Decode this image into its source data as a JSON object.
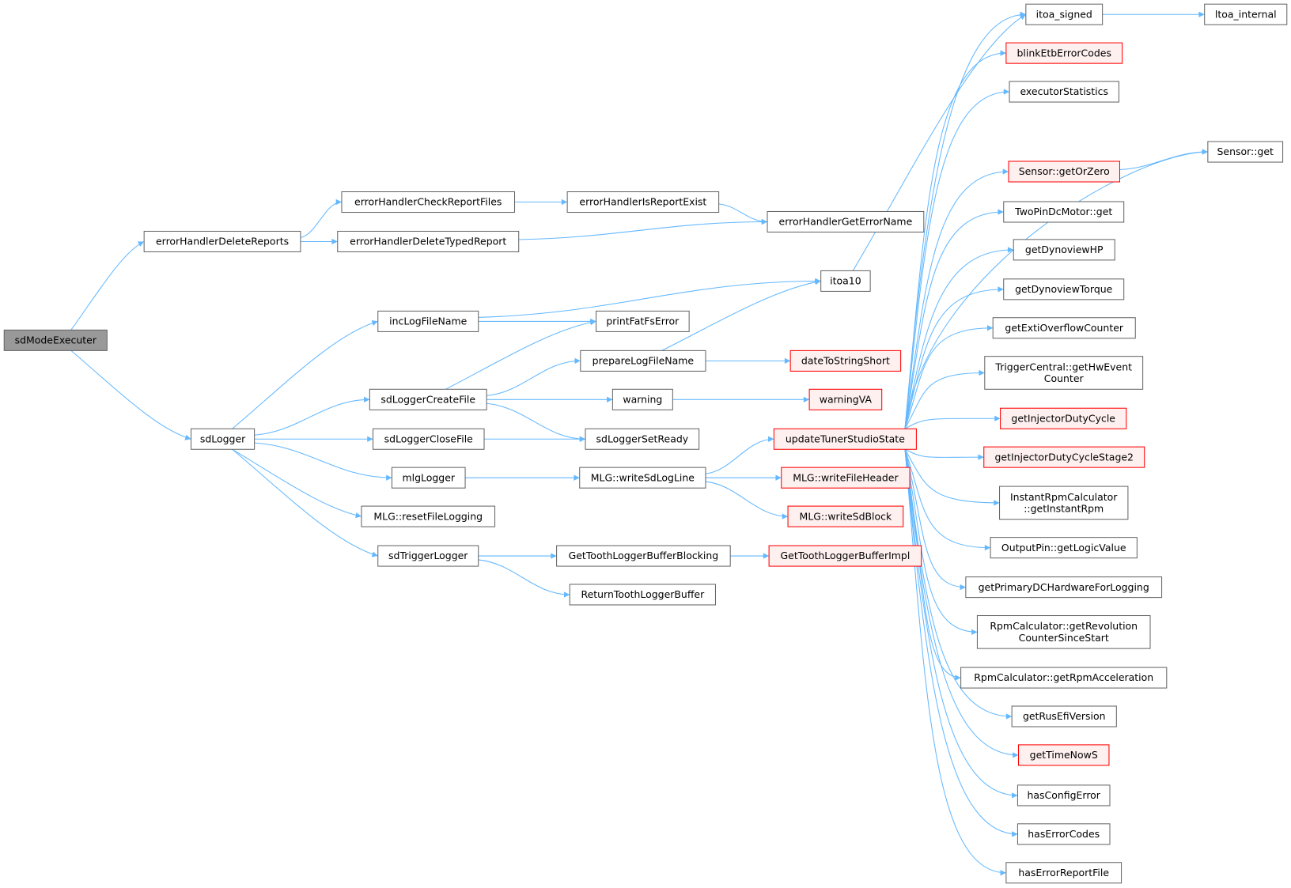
{
  "title": "sdModeExecuter call graph",
  "colors": {
    "edge": "#63b8ff",
    "root_fill": "#999999",
    "root_border": "#666666",
    "normal_fill": "#ffffff",
    "normal_border": "#666666",
    "red_fill": "#fff0f0",
    "red_border": "#ff0000"
  },
  "nodes": [
    {
      "id": "sdModeExecuter",
      "lines": [
        "sdModeExecuter"
      ],
      "kind": "root"
    },
    {
      "id": "errorHandlerDeleteReports",
      "lines": [
        "errorHandlerDeleteReports"
      ],
      "kind": "normal"
    },
    {
      "id": "sdLogger",
      "lines": [
        "sdLogger"
      ],
      "kind": "normal"
    },
    {
      "id": "errorHandlerCheckReportFiles",
      "lines": [
        "errorHandlerCheckReportFiles"
      ],
      "kind": "normal"
    },
    {
      "id": "errorHandlerDeleteTypedReport",
      "lines": [
        "errorHandlerDeleteTypedReport"
      ],
      "kind": "normal"
    },
    {
      "id": "errorHandlerIsReportExist",
      "lines": [
        "errorHandlerIsReportExist"
      ],
      "kind": "normal"
    },
    {
      "id": "errorHandlerGetErrorName",
      "lines": [
        "errorHandlerGetErrorName"
      ],
      "kind": "normal"
    },
    {
      "id": "incLogFileName",
      "lines": [
        "incLogFileName"
      ],
      "kind": "normal"
    },
    {
      "id": "itoa10",
      "lines": [
        "itoa10"
      ],
      "kind": "normal"
    },
    {
      "id": "printFatFsError",
      "lines": [
        "printFatFsError"
      ],
      "kind": "normal"
    },
    {
      "id": "prepareLogFileName",
      "lines": [
        "prepareLogFileName"
      ],
      "kind": "normal"
    },
    {
      "id": "sdLoggerCreateFile",
      "lines": [
        "sdLoggerCreateFile"
      ],
      "kind": "normal"
    },
    {
      "id": "dateToStringShort",
      "lines": [
        "dateToStringShort"
      ],
      "kind": "red"
    },
    {
      "id": "warning",
      "lines": [
        "warning"
      ],
      "kind": "normal"
    },
    {
      "id": "warningVA",
      "lines": [
        "warningVA"
      ],
      "kind": "red"
    },
    {
      "id": "sdLoggerCloseFile",
      "lines": [
        "sdLoggerCloseFile"
      ],
      "kind": "normal"
    },
    {
      "id": "sdLoggerSetReady",
      "lines": [
        "sdLoggerSetReady"
      ],
      "kind": "normal"
    },
    {
      "id": "mlgLogger",
      "lines": [
        "mlgLogger"
      ],
      "kind": "normal"
    },
    {
      "id": "writeSdLogLine",
      "lines": [
        "MLG::writeSdLogLine"
      ],
      "kind": "normal"
    },
    {
      "id": "updateTunerStudioState",
      "lines": [
        "updateTunerStudioState"
      ],
      "kind": "red"
    },
    {
      "id": "writeFileHeader",
      "lines": [
        "MLG::writeFileHeader"
      ],
      "kind": "red"
    },
    {
      "id": "writeSdBlock",
      "lines": [
        "MLG::writeSdBlock"
      ],
      "kind": "red"
    },
    {
      "id": "resetFileLogging",
      "lines": [
        "MLG::resetFileLogging"
      ],
      "kind": "normal"
    },
    {
      "id": "sdTriggerLogger",
      "lines": [
        "sdTriggerLogger"
      ],
      "kind": "normal"
    },
    {
      "id": "GetToothLoggerBufferBlocking",
      "lines": [
        "GetToothLoggerBufferBlocking"
      ],
      "kind": "normal"
    },
    {
      "id": "GetToothLoggerBufferImpl",
      "lines": [
        "GetToothLoggerBufferImpl"
      ],
      "kind": "red"
    },
    {
      "id": "ReturnToothLoggerBuffer",
      "lines": [
        "ReturnToothLoggerBuffer"
      ],
      "kind": "normal"
    },
    {
      "id": "itoa_signed",
      "lines": [
        "itoa_signed"
      ],
      "kind": "normal"
    },
    {
      "id": "ltoa_internal",
      "lines": [
        "ltoa_internal"
      ],
      "kind": "normal"
    },
    {
      "id": "blinkEtbErrorCodes",
      "lines": [
        "blinkEtbErrorCodes"
      ],
      "kind": "red"
    },
    {
      "id": "executorStatistics",
      "lines": [
        "executorStatistics"
      ],
      "kind": "normal"
    },
    {
      "id": "SensorGet",
      "lines": [
        "Sensor::get"
      ],
      "kind": "normal"
    },
    {
      "id": "SensorGetOrZero",
      "lines": [
        "Sensor::getOrZero"
      ],
      "kind": "red"
    },
    {
      "id": "TwoPinDcMotorGet",
      "lines": [
        "TwoPinDcMotor::get"
      ],
      "kind": "normal"
    },
    {
      "id": "getDynoviewHP",
      "lines": [
        "getDynoviewHP"
      ],
      "kind": "normal"
    },
    {
      "id": "getDynoviewTorque",
      "lines": [
        "getDynoviewTorque"
      ],
      "kind": "normal"
    },
    {
      "id": "getExtiOverflowCounter",
      "lines": [
        "getExtiOverflowCounter"
      ],
      "kind": "normal"
    },
    {
      "id": "getHwEventCounter",
      "lines": [
        "TriggerCentral::getHwEvent",
        "Counter"
      ],
      "kind": "normal"
    },
    {
      "id": "getInjectorDutyCycle",
      "lines": [
        "getInjectorDutyCycle"
      ],
      "kind": "red"
    },
    {
      "id": "getInjectorDutyCycleStage2",
      "lines": [
        "getInjectorDutyCycleStage2"
      ],
      "kind": "red"
    },
    {
      "id": "getInstantRpm",
      "lines": [
        "InstantRpmCalculator",
        "::getInstantRpm"
      ],
      "kind": "normal"
    },
    {
      "id": "getLogicValue",
      "lines": [
        "OutputPin::getLogicValue"
      ],
      "kind": "normal"
    },
    {
      "id": "getPrimaryDCHardwareForLogging",
      "lines": [
        "getPrimaryDCHardwareForLogging"
      ],
      "kind": "normal"
    },
    {
      "id": "getRevolutionCounterSinceStart",
      "lines": [
        "RpmCalculator::getRevolution",
        "CounterSinceStart"
      ],
      "kind": "normal"
    },
    {
      "id": "getRpmAcceleration",
      "lines": [
        "RpmCalculator::getRpmAcceleration"
      ],
      "kind": "normal"
    },
    {
      "id": "getRusEfiVersion",
      "lines": [
        "getRusEfiVersion"
      ],
      "kind": "normal"
    },
    {
      "id": "getTimeNowS",
      "lines": [
        "getTimeNowS"
      ],
      "kind": "red"
    },
    {
      "id": "hasConfigError",
      "lines": [
        "hasConfigError"
      ],
      "kind": "normal"
    },
    {
      "id": "hasErrorCodes",
      "lines": [
        "hasErrorCodes"
      ],
      "kind": "normal"
    },
    {
      "id": "hasErrorReportFile",
      "lines": [
        "hasErrorReportFile"
      ],
      "kind": "normal"
    }
  ],
  "edges": [
    [
      "sdModeExecuter",
      "errorHandlerDeleteReports"
    ],
    [
      "sdModeExecuter",
      "sdLogger"
    ],
    [
      "errorHandlerDeleteReports",
      "errorHandlerCheckReportFiles"
    ],
    [
      "errorHandlerDeleteReports",
      "errorHandlerDeleteTypedReport"
    ],
    [
      "errorHandlerCheckReportFiles",
      "errorHandlerIsReportExist"
    ],
    [
      "errorHandlerIsReportExist",
      "errorHandlerGetErrorName"
    ],
    [
      "errorHandlerDeleteTypedReport",
      "errorHandlerGetErrorName"
    ],
    [
      "sdLogger",
      "incLogFileName"
    ],
    [
      "sdLogger",
      "sdLoggerCreateFile"
    ],
    [
      "sdLogger",
      "sdLoggerCloseFile"
    ],
    [
      "sdLogger",
      "mlgLogger"
    ],
    [
      "sdLogger",
      "resetFileLogging"
    ],
    [
      "sdLogger",
      "sdTriggerLogger"
    ],
    [
      "incLogFileName",
      "itoa10"
    ],
    [
      "incLogFileName",
      "printFatFsError"
    ],
    [
      "itoa10",
      "itoa_signed"
    ],
    [
      "itoa_signed",
      "ltoa_internal"
    ],
    [
      "sdLoggerCreateFile",
      "printFatFsError"
    ],
    [
      "sdLoggerCreateFile",
      "prepareLogFileName"
    ],
    [
      "sdLoggerCreateFile",
      "warning"
    ],
    [
      "sdLoggerCreateFile",
      "sdLoggerSetReady"
    ],
    [
      "prepareLogFileName",
      "itoa10"
    ],
    [
      "prepareLogFileName",
      "dateToStringShort"
    ],
    [
      "warning",
      "warningVA"
    ],
    [
      "sdLoggerCloseFile",
      "sdLoggerSetReady"
    ],
    [
      "mlgLogger",
      "writeSdLogLine"
    ],
    [
      "writeSdLogLine",
      "updateTunerStudioState"
    ],
    [
      "writeSdLogLine",
      "writeFileHeader"
    ],
    [
      "writeSdLogLine",
      "writeSdBlock"
    ],
    [
      "updateTunerStudioState",
      "itoa_signed"
    ],
    [
      "updateTunerStudioState",
      "blinkEtbErrorCodes"
    ],
    [
      "updateTunerStudioState",
      "executorStatistics"
    ],
    [
      "updateTunerStudioState",
      "SensorGet"
    ],
    [
      "updateTunerStudioState",
      "SensorGetOrZero"
    ],
    [
      "updateTunerStudioState",
      "TwoPinDcMotorGet"
    ],
    [
      "updateTunerStudioState",
      "getDynoviewHP"
    ],
    [
      "updateTunerStudioState",
      "getDynoviewTorque"
    ],
    [
      "updateTunerStudioState",
      "getExtiOverflowCounter"
    ],
    [
      "updateTunerStudioState",
      "getHwEventCounter"
    ],
    [
      "updateTunerStudioState",
      "getInjectorDutyCycle"
    ],
    [
      "updateTunerStudioState",
      "getInjectorDutyCycleStage2"
    ],
    [
      "updateTunerStudioState",
      "getInstantRpm"
    ],
    [
      "updateTunerStudioState",
      "getLogicValue"
    ],
    [
      "updateTunerStudioState",
      "getPrimaryDCHardwareForLogging"
    ],
    [
      "updateTunerStudioState",
      "getRevolutionCounterSinceStart"
    ],
    [
      "updateTunerStudioState",
      "getRpmAcceleration"
    ],
    [
      "updateTunerStudioState",
      "getRusEfiVersion"
    ],
    [
      "updateTunerStudioState",
      "getTimeNowS"
    ],
    [
      "updateTunerStudioState",
      "hasConfigError"
    ],
    [
      "updateTunerStudioState",
      "hasErrorCodes"
    ],
    [
      "updateTunerStudioState",
      "hasErrorReportFile"
    ],
    [
      "SensorGetOrZero",
      "SensorGet"
    ],
    [
      "sdTriggerLogger",
      "GetToothLoggerBufferBlocking"
    ],
    [
      "sdTriggerLogger",
      "ReturnToothLoggerBuffer"
    ],
    [
      "GetToothLoggerBufferBlocking",
      "GetToothLoggerBufferImpl"
    ]
  ]
}
